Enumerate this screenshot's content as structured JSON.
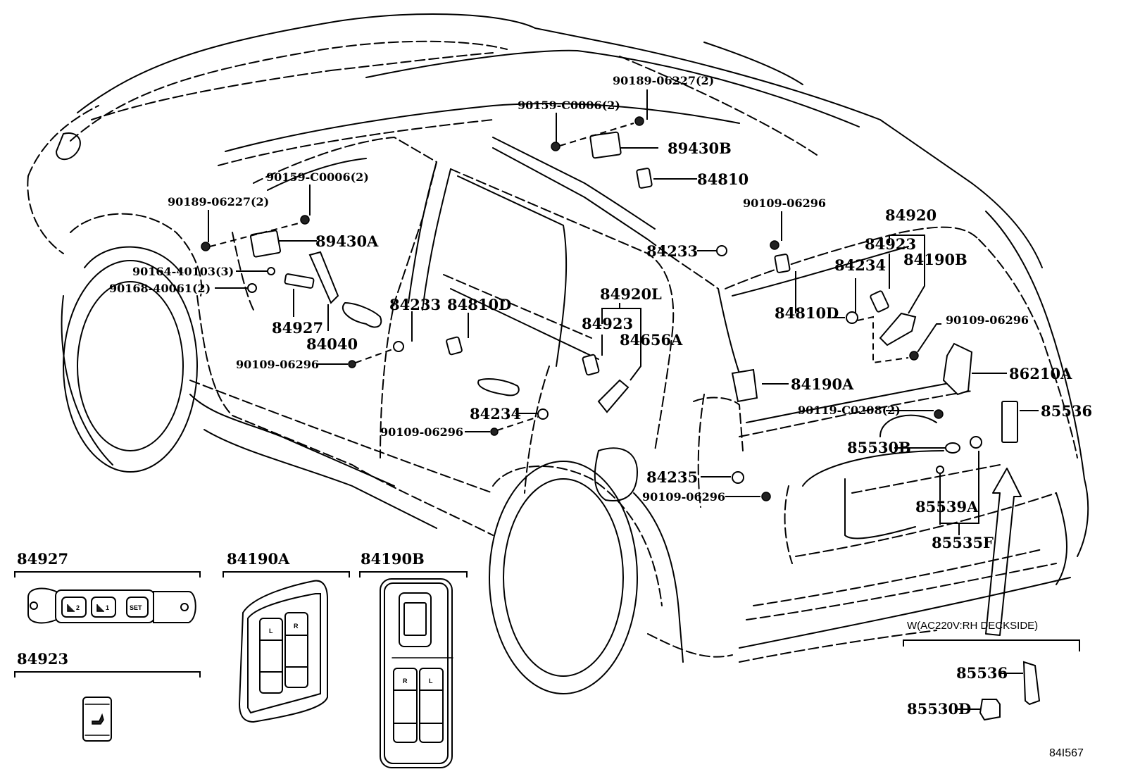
{
  "diagram": {
    "title": "Rear door / back door switch & sensor parts diagram",
    "figure_code": "84I567",
    "callouts": {
      "c90189_06227_top": "90189-06227(2)",
      "c90159_C0006_top": "90159-C0006(2)",
      "c89430B": "89430B",
      "c84810": "84810",
      "c90159_C0006_left": "90159-C0006(2)",
      "c90189_06227_left": "90189-06227(2)",
      "c89430A": "89430A",
      "c90164_40103": "90164-40103(3)",
      "c90168_40061": "90168-40061(2)",
      "c84927": "84927",
      "c84040": "84040",
      "c84233_mid": "84233",
      "c84810D_mid": "84810D",
      "c90109_06296_a": "90109-06296",
      "c84920L": "84920L",
      "c84923_mid": "84923",
      "c84656A": "84656A",
      "c84234_mid": "84234",
      "c90109_06296_b": "90109-06296",
      "c90109_06296_c": "90109-06296",
      "c84233_right": "84233",
      "c84810D_right": "84810D",
      "c84920": "84920",
      "c84923_right": "84923",
      "c84234_right": "84234",
      "c84190B": "84190B",
      "c90109_06296_d": "90109-06296",
      "c86210A": "86210A",
      "c84190A": "84190A",
      "c90119_C0208": "90119-C0208(2)",
      "c85536": "85536",
      "c85530B": "85530B",
      "c84235": "84235",
      "c90109_06296_e": "90109-06296",
      "c85539A": "85539A",
      "c85535F": "85535F"
    },
    "details": {
      "d84927": {
        "label": "84927",
        "buttons": [
          "2",
          "1",
          "SET"
        ]
      },
      "d84923": {
        "label": "84923"
      },
      "d84190A": {
        "label": "84190A",
        "switch_labels": [
          "L",
          "R"
        ]
      },
      "d84190B": {
        "label": "84190B",
        "switch_labels": [
          "R",
          "L"
        ]
      },
      "dAC220V": {
        "note": "W(AC220V:RH DECKSIDE)",
        "parts": [
          "85536",
          "85530D"
        ]
      }
    }
  }
}
